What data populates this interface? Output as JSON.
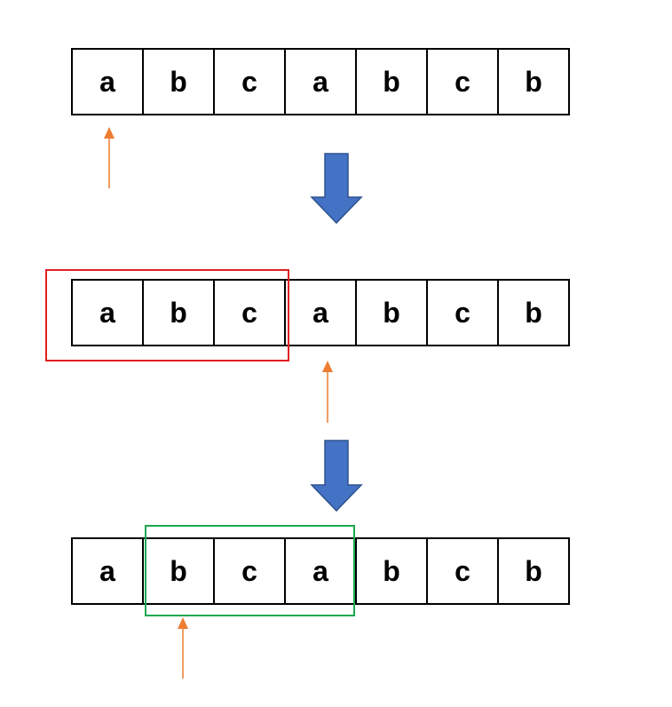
{
  "rows": [
    {
      "cells": [
        "a",
        "b",
        "c",
        "a",
        "b",
        "c",
        "b"
      ],
      "pointer_index": 0
    },
    {
      "cells": [
        "a",
        "b",
        "c",
        "a",
        "b",
        "c",
        "b"
      ],
      "pointer_index": 3,
      "window": {
        "start": 0,
        "end": 2,
        "color": "#e02020"
      }
    },
    {
      "cells": [
        "a",
        "b",
        "c",
        "a",
        "b",
        "c",
        "b"
      ],
      "pointer_index": 1,
      "window": {
        "start": 1,
        "end": 3,
        "color": "#1ea84f"
      }
    }
  ],
  "colors": {
    "pointer": "#ed7d31",
    "transition_arrow": "#4472c4"
  }
}
